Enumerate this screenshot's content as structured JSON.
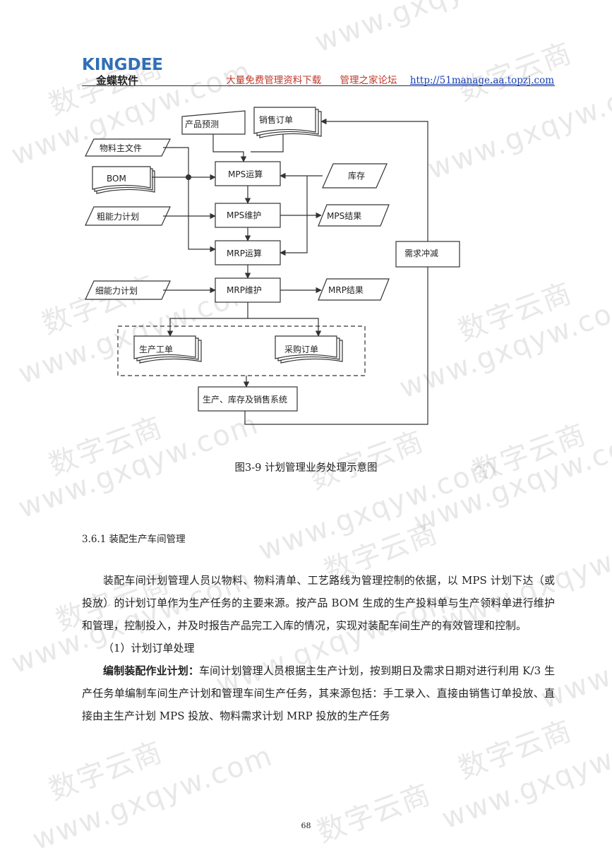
{
  "header": {
    "logo_text": "KINGDEE",
    "logo_cn": "金蝶软件",
    "promo": "大量免费管理资料下载",
    "forum": "管理之家论坛",
    "url": "http://51manage.aa.topzj.com"
  },
  "diagram": {
    "nodes": {
      "product_forecast": "产品预测",
      "sales_order": "销售订单",
      "material_master": "物料主文件",
      "bom": "BOM",
      "mps_calc": "MPS运算",
      "inventory": "库存",
      "rough_capacity": "粗能力计划",
      "mps_maintain": "MPS维护",
      "mps_result": "MPS结果",
      "mrp_calc": "MRP运算",
      "demand_offset": "需求冲减",
      "fine_capacity": "细能力计划",
      "mrp_maintain": "MRP维护",
      "mrp_result": "MRP结果",
      "production_order": "生产工单",
      "purchase_order": "采购订单",
      "systems": "生产、库存及销售系统"
    }
  },
  "caption": "图3-9 计划管理业务处理示意图",
  "section_title": "3.6.1 装配生产车间管理",
  "paragraphs": {
    "p1": "装配车间计划管理人员以物料、物料清单、工艺路线为管理控制的依据，以 MPS 计划下达（或投放）的计划订单作为生产任务的主要来源。按产品 BOM 生成的生产投料单与生产领料单进行维护和管理，控制投入，并及时报告产品完工入库的情况，实现对装配车间生产的有效管理和控制。",
    "p2": "（1）计划订单处理",
    "p3_bold": "编制装配作业计划：",
    "p3_rest": "车间计划管理人员根据主生产计划，按到期日及需求日期对进行利用 K/3 生产任务单编制车间生产计划和管理车间生产任务，其来源包括：手工录入、直接由销售订单投放、直接由主生产计划 MPS 投放、物料需求计划 MRP 投放的生产任务"
  },
  "page_number": "68",
  "watermarks": {
    "site": "www.gxqyw.com",
    "brand": "数字云商"
  }
}
